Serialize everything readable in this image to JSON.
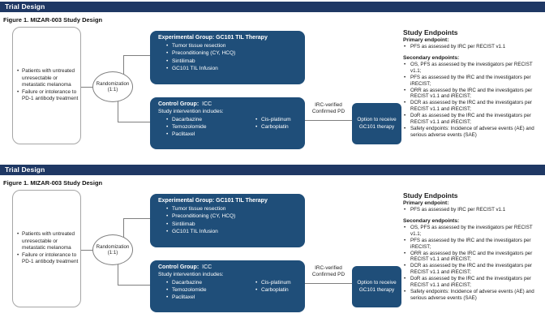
{
  "slide_count": 2,
  "colors": {
    "titlebar_bg": "#1F3864",
    "box_bg": "#1F4E79",
    "connector_gray": "#7F7F7F",
    "text": "#1A1A1A",
    "box_text": "#FFFFFF"
  },
  "slide": {
    "titlebar": "Trial Design",
    "figure_caption": "Figure 1. MIZAR-003 Study Design",
    "patient_box": {
      "bullets": [
        "Patients with untreated unresectable or metastatic melanoma",
        "Failure or intolerance to PD-1 antibody treatment"
      ]
    },
    "randomization": {
      "line1": "Randomization",
      "line2": "(1:1)"
    },
    "experimental_box": {
      "title": "Experimental Group:  GC101 TIL Therapy",
      "bullets": [
        "Tumor tissue resection",
        "Preconditioning (CY, HCQ)",
        "Sintilimab",
        "GC101 TIL Infusion"
      ]
    },
    "control_box": {
      "title_bold": "Control Group:",
      "title_rest": "ICC",
      "subtitle": "Study intervention includes:",
      "column1": [
        "Dacarbazine",
        "Temozolomide",
        "Paclitaxel"
      ],
      "column2": [
        "Cis-platinum",
        "Carboplatin"
      ]
    },
    "pd_label": {
      "line1": "IRC-verified",
      "line2": "Confirmed PD"
    },
    "option_box": {
      "text": "Option to receive GC101 therapy"
    },
    "endpoints": {
      "title": "Study Endpoints",
      "primary_label": "Primary endpoint:",
      "primary_bullets": [
        "PFS as assessed by IRC per RECIST v1.1"
      ],
      "secondary_label": "Secondary endpoints:",
      "secondary_bullets": [
        "OS, PFS as assessed by the investigators per RECIST v1.1;",
        "PFS as assessed by the IRC and the investigators per iRECIST;",
        "ORR as assessed by the IRC and the investigators per RECIST v1.1 and iRECIST;",
        "DCR as assessed by the IRC and the investigators per RECIST v1.1 and iRECIST;",
        "DoR as assessed by the IRC and the investigators per RECIST v1.1 and iRECIST;",
        "Safety endpoints: Incidence of adverse events (AE) and serious adverse events (SAE)"
      ]
    }
  }
}
